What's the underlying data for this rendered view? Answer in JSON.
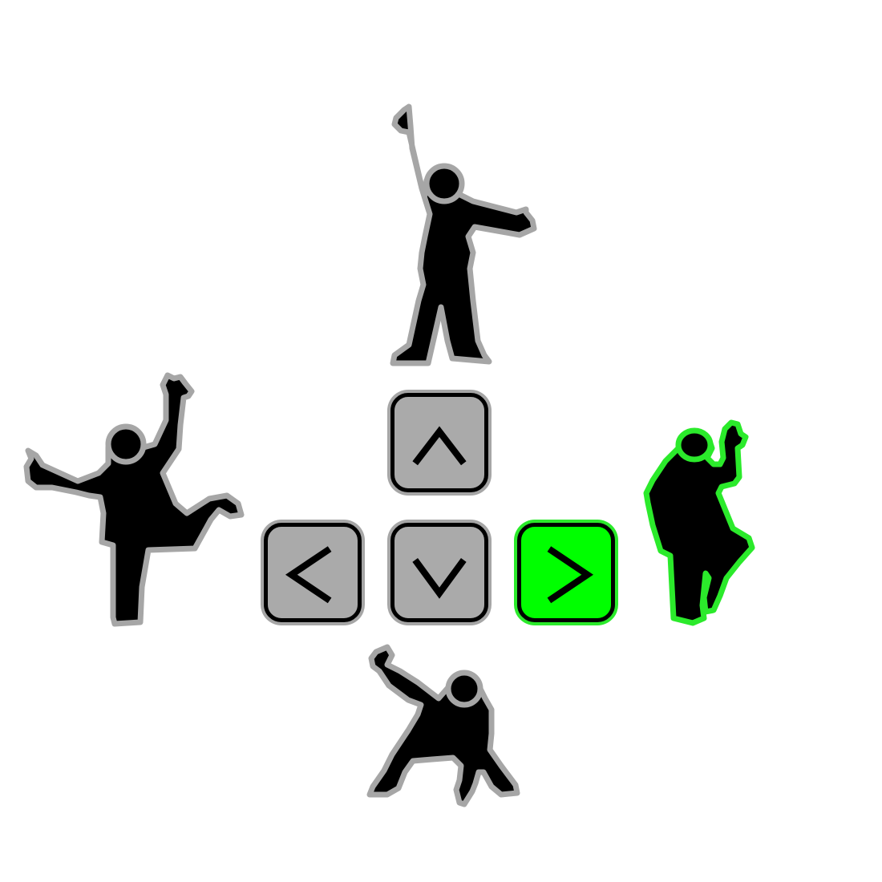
{
  "game": {
    "dancers": [
      {
        "direction": "up",
        "icon": "dancer-pose-up-icon",
        "highlighted": false
      },
      {
        "direction": "left",
        "icon": "dancer-pose-left-icon",
        "highlighted": false
      },
      {
        "direction": "right",
        "icon": "dancer-pose-right-icon",
        "highlighted": true
      },
      {
        "direction": "down",
        "icon": "dancer-pose-down-icon",
        "highlighted": false
      }
    ],
    "arrow_keys": [
      {
        "direction": "up",
        "icon": "chevron-up-icon",
        "active": false
      },
      {
        "direction": "left",
        "icon": "chevron-left-icon",
        "active": false
      },
      {
        "direction": "down",
        "icon": "chevron-down-icon",
        "active": false
      },
      {
        "direction": "right",
        "icon": "chevron-right-icon",
        "active": true
      }
    ]
  },
  "colors": {
    "background": "#ffffff",
    "silhouette": "#000000",
    "outline": "#a6a6a6",
    "key_fill": "#aaaaaa",
    "active_key_fill": "#00ff00",
    "active_outline": "#2bea2b"
  }
}
